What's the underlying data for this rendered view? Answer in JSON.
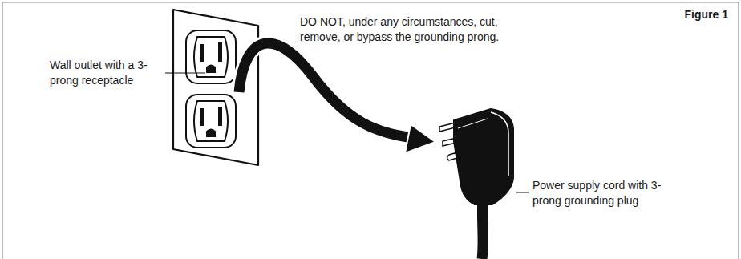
{
  "diagram": {
    "labels": [
      "Figure 1",
      "Wall outlet with a 3-prong receptacle",
      "DO NOT, under any circumstances, cut, remove, or bypass the grounding prong.",
      "Power supply cord with 3-prong grounding plug"
    ]
  }
}
